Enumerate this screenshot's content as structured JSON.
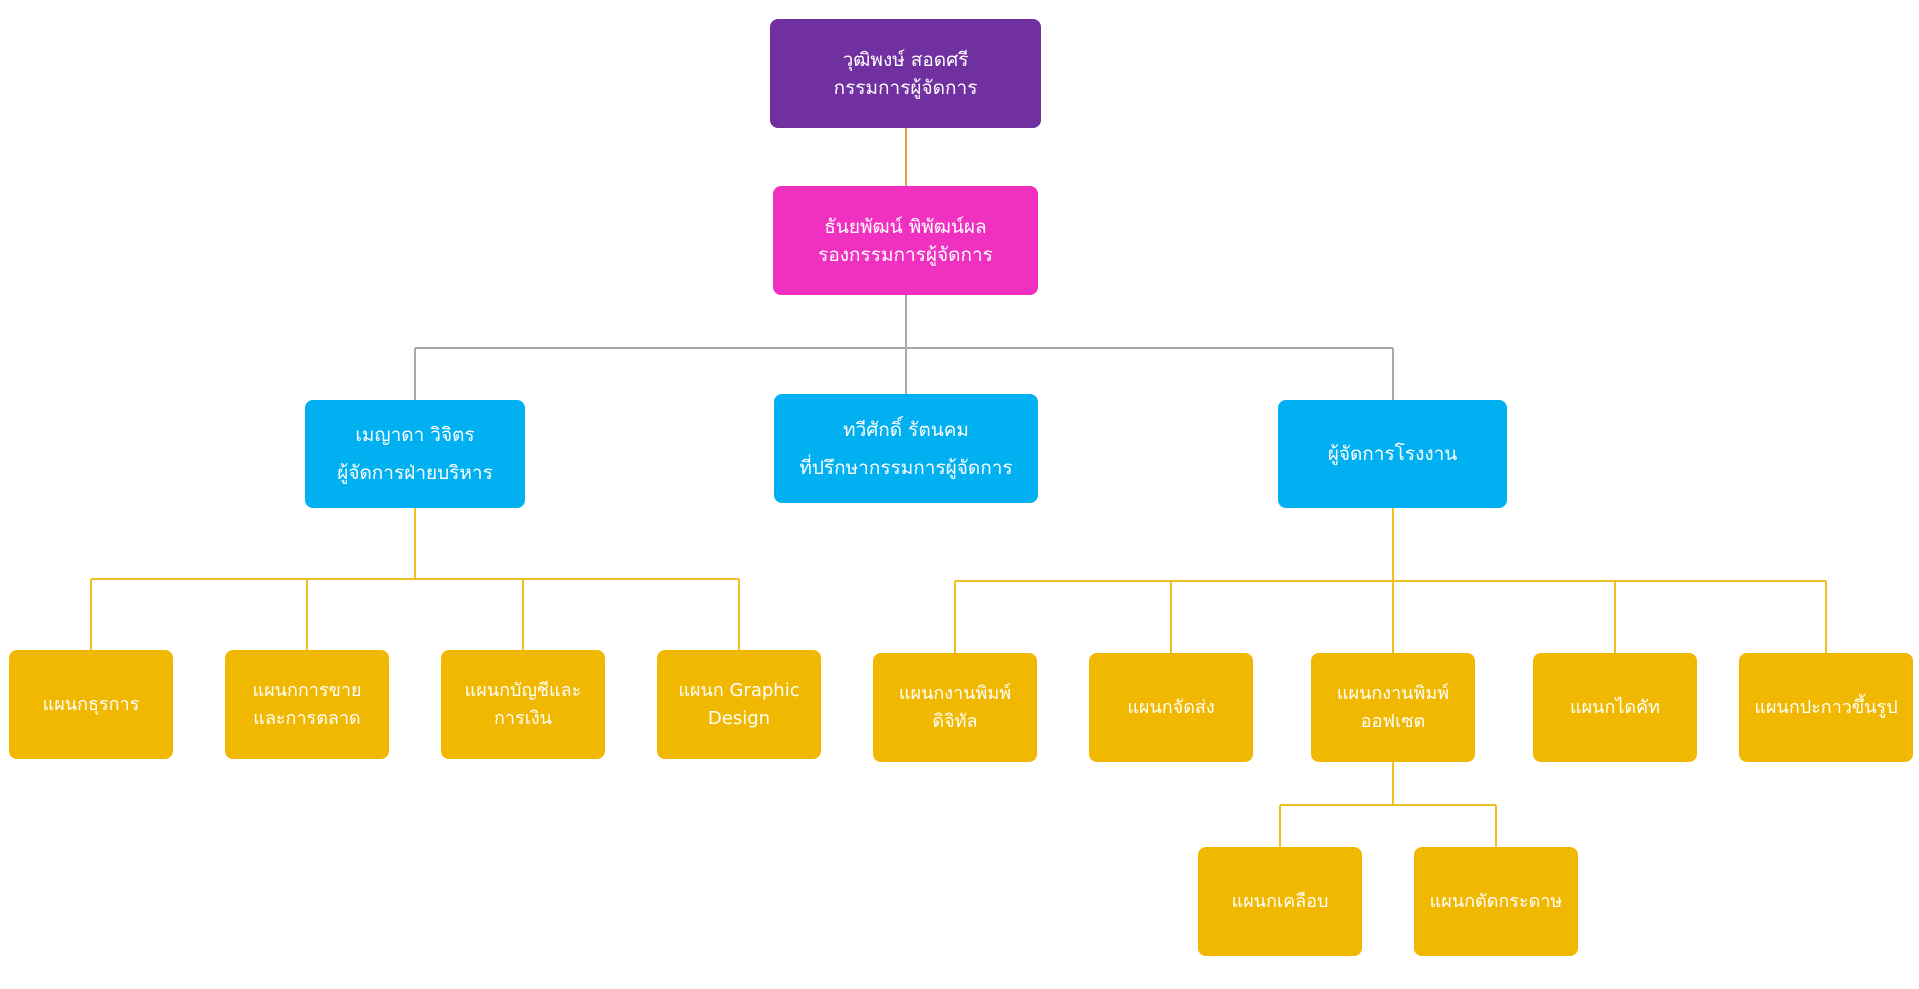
{
  "colors": {
    "purple": "#7030a0",
    "magenta": "#f030c0",
    "blue": "#00b0f0",
    "gold": "#f0b800",
    "line_orange": "#e8a040",
    "line_gray": "#a8a8a8",
    "line_gold": "#f0c020"
  },
  "nodes": {
    "md": {
      "name": "วุฒิพงษ์ สอดศรี",
      "title": "กรรมการผู้จัดการ"
    },
    "deputy_md": {
      "name": "ธันยพัฒน์ พิพัฒน์ผล",
      "title": "รองกรรมการผู้จัดการ"
    },
    "admin_manager": {
      "name": "เมญาดา วิจิตร",
      "title": "ผู้จัดการฝ่ายบริหาร"
    },
    "advisor": {
      "name": "ทวีศักดิ์ รัตนคม",
      "title": "ที่ปรึกษากรรมการผู้จัดการ"
    },
    "plant_manager": {
      "name": "",
      "title": "ผู้จัดการโรงงาน"
    },
    "dept_clerical": {
      "line1": "แผนกธุรการ",
      "line2": ""
    },
    "dept_sales": {
      "line1": "แผนกการขาย",
      "line2": "และการตลาด"
    },
    "dept_accounting": {
      "line1": "แผนกบัญชีและ",
      "line2": "การเงิน"
    },
    "dept_graphic": {
      "line1": "แผนก Graphic",
      "line2": "Design"
    },
    "dept_digital": {
      "line1": "แผนกงานพิมพ์",
      "line2": "ดิจิทัล"
    },
    "dept_shipping": {
      "line1": "แผนกจัดส่ง",
      "line2": ""
    },
    "dept_offset": {
      "line1": "แผนกงานพิมพ์",
      "line2": "ออฟเซต"
    },
    "dept_diecut": {
      "line1": "แผนกไดคัท",
      "line2": ""
    },
    "dept_forming": {
      "line1": "แผนกปะกาวขึ้นรูป",
      "line2": ""
    },
    "dept_coating": {
      "line1": "แผนกเคลือบ",
      "line2": ""
    },
    "dept_papercut": {
      "line1": "แผนกตัดกระดาษ",
      "line2": ""
    }
  }
}
